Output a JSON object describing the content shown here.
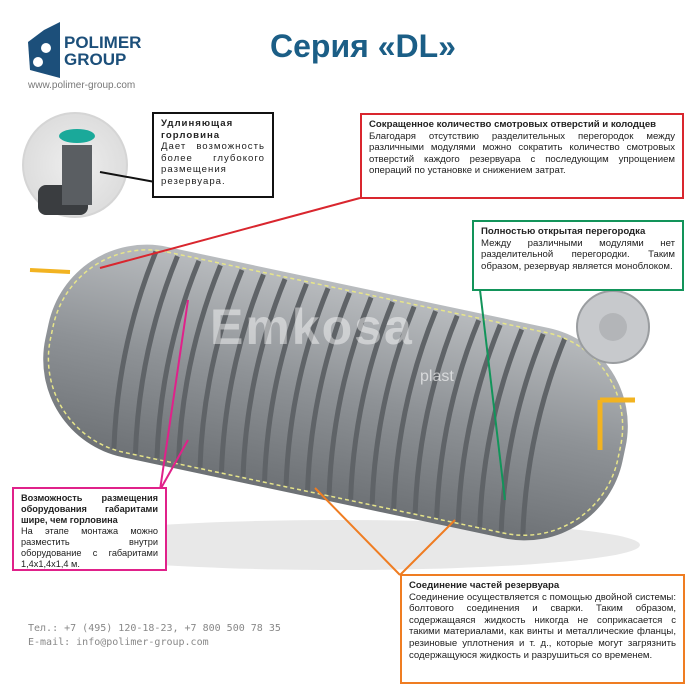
{
  "header": {
    "title": "Серия «DL»",
    "logo": {
      "line1": "POLIMER",
      "line2": "GROUP"
    },
    "url": "www.polimer-group.com"
  },
  "watermark": {
    "main": "Emkosa",
    "sub": "plast"
  },
  "callouts": [
    {
      "id": "neck",
      "color": "#111111",
      "title": "Удлиняющая горловина",
      "text": "Дает возможность более глубокого размещения резервуара."
    },
    {
      "id": "openings",
      "color": "#d9262e",
      "title": "Сокращенное количество смотровых отверстий и колодцев",
      "text": "Благодаря отсутствию разделительных перегородок между различными модулями можно сократить количество смотровых отверстий каждого резервуара с последующим упрощением операций по установке и снижением затрат."
    },
    {
      "id": "partition",
      "color": "#12945a",
      "title": "Полностью открытая перегородка",
      "text": "Между различными модулями нет разделительной перегородки. Таким образом, резервуар является моноблоком."
    },
    {
      "id": "equipment",
      "color": "#e0218a",
      "title": "Возможность размещения оборудования габаритами шире, чем горловина",
      "text": "На этапе монтажа можно разместить внутри оборудование с габаритами 1,4x1,4x1,4 м."
    },
    {
      "id": "joint",
      "color": "#ef7d22",
      "title": "Соединение частей резервуара",
      "text": "Соединение осуществляется с помощью двойной системы: болтового соединения и сварки. Таким образом, содержащаяся жидкость никогда не соприкасается с такими материалами, как винты и металлические фланцы, резиновые уплотнения и т. д., которые могут загрязнить содержащуюся жидкость и разрушиться со временем."
    }
  ],
  "contacts": {
    "phone": "Тел.: +7 (495) 120-18-23, +7 800 500 78 35",
    "email": "E-mail: info@polimer-group.com"
  }
}
